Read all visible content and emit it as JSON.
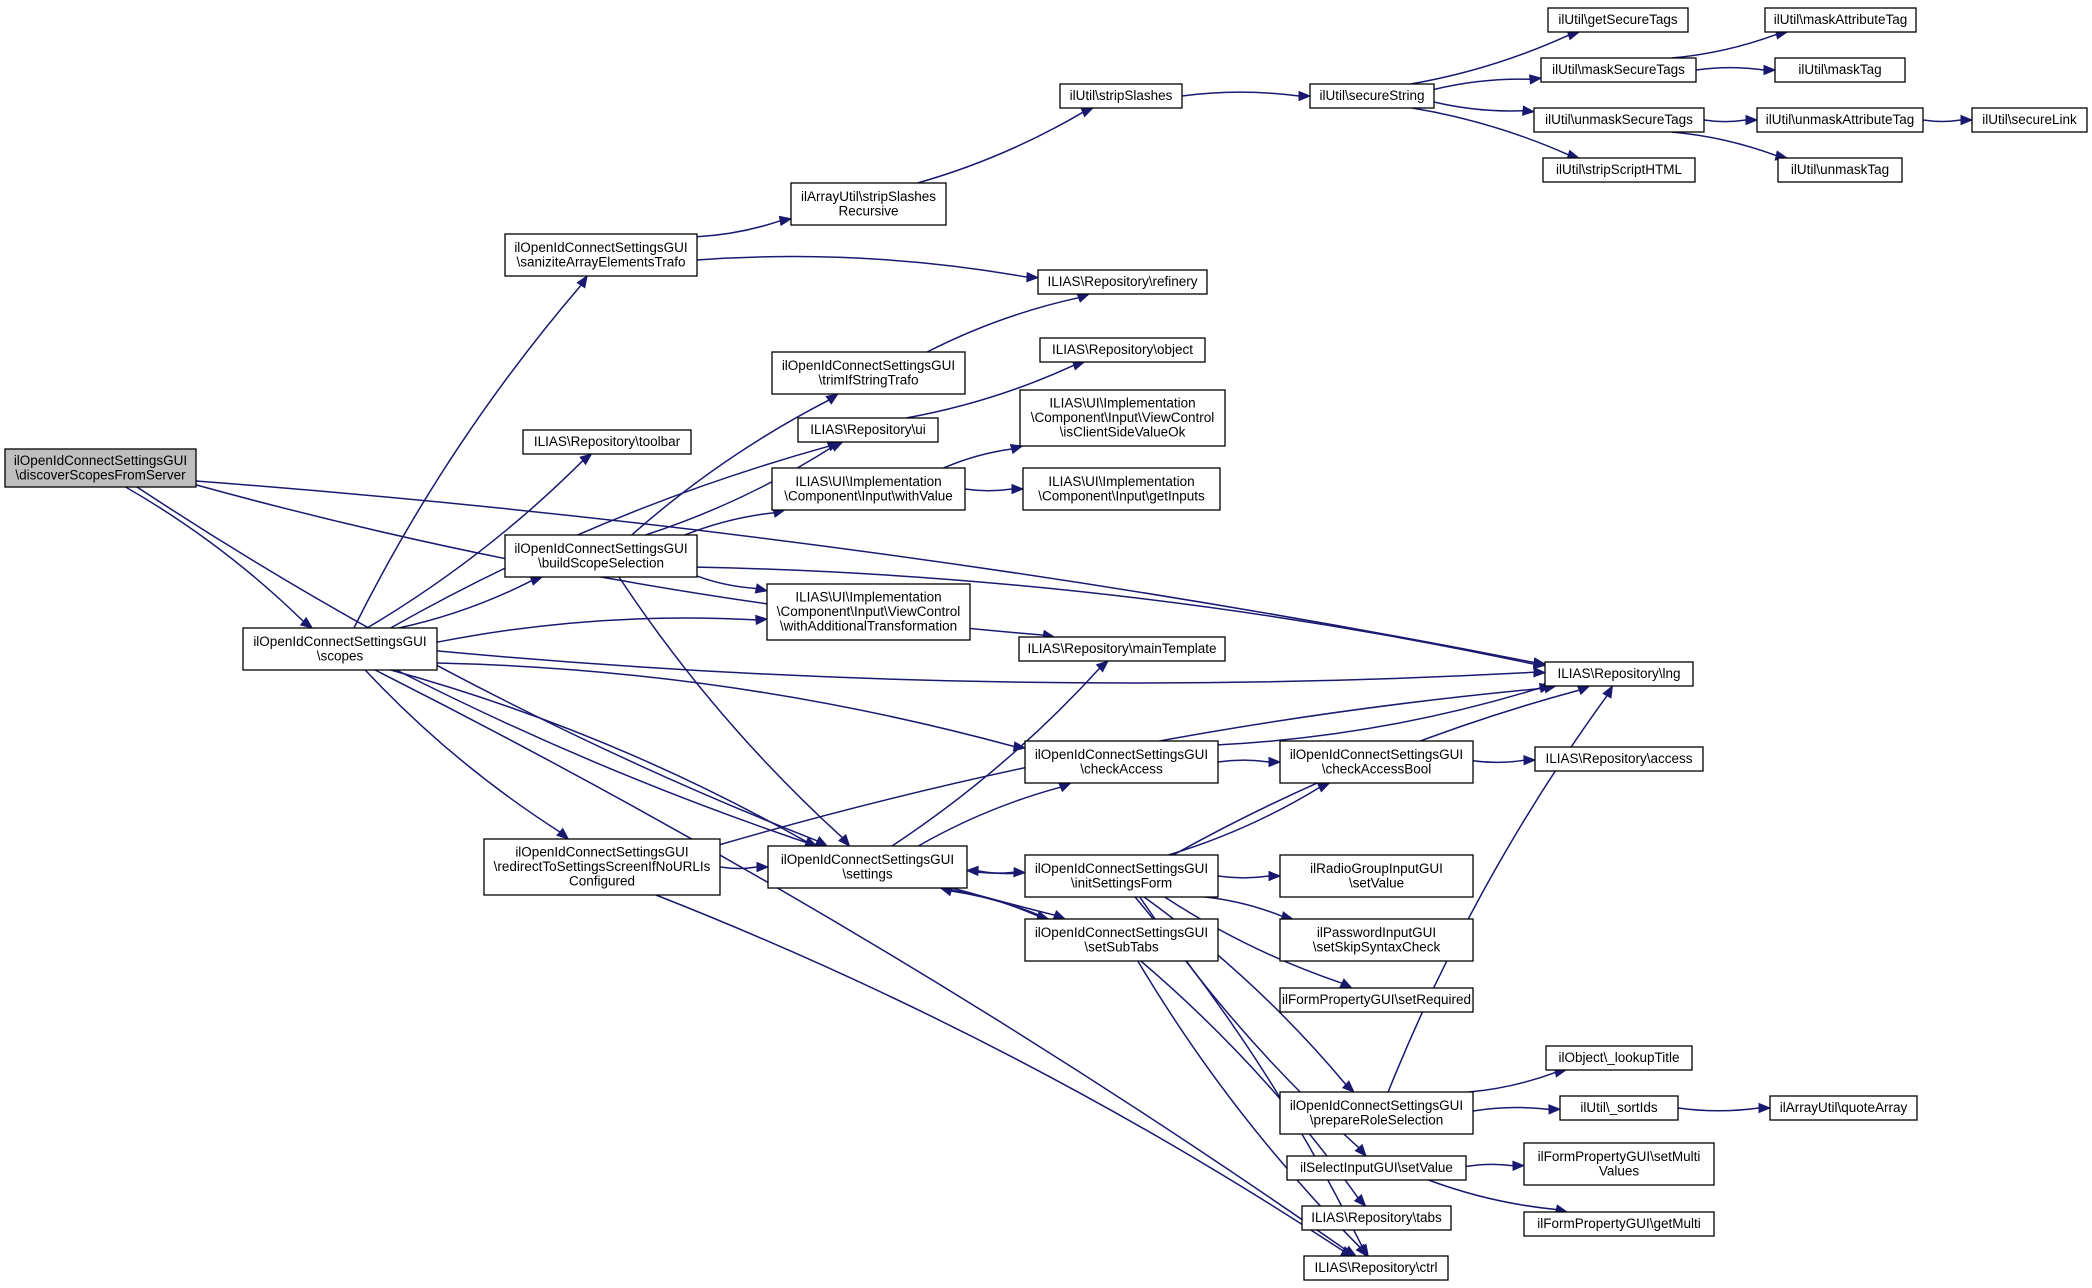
{
  "nodes": [
    {
      "id": "n1",
      "lines": [
        "ilOpenIdConnectSettingsGUI",
        "\\discoverScopesFromServer"
      ]
    },
    {
      "id": "n2",
      "lines": [
        "ilOpenIdConnectSettingsGUI",
        "\\scopes"
      ]
    },
    {
      "id": "n3",
      "lines": [
        "ilOpenIdConnectSettingsGUI",
        "\\saniziteArrayElementsTrafo"
      ]
    },
    {
      "id": "n4",
      "lines": [
        "ILIAS\\Repository\\toolbar"
      ]
    },
    {
      "id": "n5",
      "lines": [
        "ilOpenIdConnectSettingsGUI",
        "\\buildScopeSelection"
      ]
    },
    {
      "id": "n6",
      "lines": [
        "ilOpenIdConnectSettingsGUI",
        "\\redirectToSettingsScreenIfNoURLIs",
        "Configured"
      ]
    },
    {
      "id": "n7",
      "lines": [
        "ilArrayUtil\\stripSlashes",
        "Recursive"
      ]
    },
    {
      "id": "n8",
      "lines": [
        "ilOpenIdConnectSettingsGUI",
        "\\trimIfStringTrafo"
      ]
    },
    {
      "id": "n9",
      "lines": [
        "ILIAS\\Repository\\ui"
      ]
    },
    {
      "id": "n10",
      "lines": [
        "ILIAS\\UI\\Implementation",
        "\\Component\\Input\\withValue"
      ]
    },
    {
      "id": "n11",
      "lines": [
        "ILIAS\\UI\\Implementation",
        "\\Component\\Input\\ViewControl",
        "\\withAdditionalTransformation"
      ]
    },
    {
      "id": "n12",
      "lines": [
        "ilOpenIdConnectSettingsGUI",
        "\\settings"
      ]
    },
    {
      "id": "n13",
      "lines": [
        "ilUtil\\stripSlashes"
      ]
    },
    {
      "id": "n14",
      "lines": [
        "ILIAS\\Repository\\refinery"
      ]
    },
    {
      "id": "n15",
      "lines": [
        "ILIAS\\Repository\\object"
      ]
    },
    {
      "id": "n16",
      "lines": [
        "ILIAS\\UI\\Implementation",
        "\\Component\\Input\\ViewControl",
        "\\isClientSideValueOk"
      ]
    },
    {
      "id": "n17",
      "lines": [
        "ILIAS\\UI\\Implementation",
        "\\Component\\Input\\getInputs"
      ]
    },
    {
      "id": "n18",
      "lines": [
        "ILIAS\\Repository\\mainTemplate"
      ]
    },
    {
      "id": "n19",
      "lines": [
        "ilOpenIdConnectSettingsGUI",
        "\\checkAccess"
      ]
    },
    {
      "id": "n20",
      "lines": [
        "ilOpenIdConnectSettingsGUI",
        "\\initSettingsForm"
      ]
    },
    {
      "id": "n21",
      "lines": [
        "ilOpenIdConnectSettingsGUI",
        "\\setSubTabs"
      ]
    },
    {
      "id": "n22",
      "lines": [
        "ilUtil\\secureString"
      ]
    },
    {
      "id": "n23",
      "lines": [
        "ilOpenIdConnectSettingsGUI",
        "\\checkAccessBool"
      ]
    },
    {
      "id": "n24",
      "lines": [
        "ilRadioGroupInputGUI",
        "\\setValue"
      ]
    },
    {
      "id": "n25",
      "lines": [
        "ilPasswordInputGUI",
        "\\setSkipSyntaxCheck"
      ]
    },
    {
      "id": "n26",
      "lines": [
        "ilFormPropertyGUI\\setRequired"
      ]
    },
    {
      "id": "n27",
      "lines": [
        "ilOpenIdConnectSettingsGUI",
        "\\prepareRoleSelection"
      ]
    },
    {
      "id": "n28",
      "lines": [
        "ilSelectInputGUI\\setValue"
      ]
    },
    {
      "id": "n29",
      "lines": [
        "ILIAS\\Repository\\tabs"
      ]
    },
    {
      "id": "n30",
      "lines": [
        "ILIAS\\Repository\\ctrl"
      ]
    },
    {
      "id": "n31",
      "lines": [
        "ilUtil\\getSecureTags"
      ]
    },
    {
      "id": "n32",
      "lines": [
        "ilUtil\\maskSecureTags"
      ]
    },
    {
      "id": "n33",
      "lines": [
        "ilUtil\\unmaskSecureTags"
      ]
    },
    {
      "id": "n34",
      "lines": [
        "ilUtil\\stripScriptHTML"
      ]
    },
    {
      "id": "n35",
      "lines": [
        "ILIAS\\Repository\\lng"
      ]
    },
    {
      "id": "n36",
      "lines": [
        "ILIAS\\Repository\\access"
      ]
    },
    {
      "id": "n37",
      "lines": [
        "ilObject\\_lookupTitle"
      ]
    },
    {
      "id": "n38",
      "lines": [
        "ilUtil\\_sortIds"
      ]
    },
    {
      "id": "n39",
      "lines": [
        "ilFormPropertyGUI\\setMulti",
        "Values"
      ]
    },
    {
      "id": "n40",
      "lines": [
        "ilFormPropertyGUI\\getMulti"
      ]
    },
    {
      "id": "n41",
      "lines": [
        "ilUtil\\maskAttributeTag"
      ]
    },
    {
      "id": "n42",
      "lines": [
        "ilUtil\\maskTag"
      ]
    },
    {
      "id": "n43",
      "lines": [
        "ilUtil\\unmaskAttributeTag"
      ]
    },
    {
      "id": "n44",
      "lines": [
        "ilUtil\\unmaskTag"
      ]
    },
    {
      "id": "n45",
      "lines": [
        "ilArrayUtil\\quoteArray"
      ]
    },
    {
      "id": "n46",
      "lines": [
        "ilUtil\\secureLink"
      ]
    }
  ],
  "edges": [
    [
      "n1",
      "n35"
    ],
    [
      "n1",
      "n18"
    ],
    [
      "n1",
      "n2"
    ],
    [
      "n1",
      "n12"
    ],
    [
      "n2",
      "n3"
    ],
    [
      "n2",
      "n4"
    ],
    [
      "n2",
      "n9"
    ],
    [
      "n2",
      "n5"
    ],
    [
      "n2",
      "n11"
    ],
    [
      "n2",
      "n35"
    ],
    [
      "n2",
      "n19"
    ],
    [
      "n2",
      "n6"
    ],
    [
      "n2",
      "n12"
    ],
    [
      "n2",
      "n21"
    ],
    [
      "n2",
      "n30"
    ],
    [
      "n3",
      "n7"
    ],
    [
      "n3",
      "n14"
    ],
    [
      "n7",
      "n13"
    ],
    [
      "n13",
      "n22"
    ],
    [
      "n22",
      "n31"
    ],
    [
      "n22",
      "n32"
    ],
    [
      "n22",
      "n33"
    ],
    [
      "n22",
      "n34"
    ],
    [
      "n32",
      "n41"
    ],
    [
      "n32",
      "n42"
    ],
    [
      "n33",
      "n43"
    ],
    [
      "n33",
      "n44"
    ],
    [
      "n43",
      "n46"
    ],
    [
      "n8",
      "n14"
    ],
    [
      "n9",
      "n15"
    ],
    [
      "n5",
      "n8"
    ],
    [
      "n5",
      "n9"
    ],
    [
      "n5",
      "n10"
    ],
    [
      "n5",
      "n11"
    ],
    [
      "n5",
      "n35"
    ],
    [
      "n5",
      "n12"
    ],
    [
      "n10",
      "n16"
    ],
    [
      "n10",
      "n17"
    ],
    [
      "n6",
      "n35"
    ],
    [
      "n6",
      "n12"
    ],
    [
      "n6",
      "n30"
    ],
    [
      "n12",
      "n18"
    ],
    [
      "n12",
      "n19"
    ],
    [
      "n12",
      "n20"
    ],
    [
      "n12",
      "n21"
    ],
    [
      "n19",
      "n35"
    ],
    [
      "n19",
      "n23"
    ],
    [
      "n23",
      "n36"
    ],
    [
      "n20",
      "n12"
    ],
    [
      "n20",
      "n23"
    ],
    [
      "n20",
      "n35"
    ],
    [
      "n20",
      "n24"
    ],
    [
      "n20",
      "n25"
    ],
    [
      "n20",
      "n26"
    ],
    [
      "n20",
      "n27"
    ],
    [
      "n20",
      "n28"
    ],
    [
      "n20",
      "n30"
    ],
    [
      "n21",
      "n12"
    ],
    [
      "n21",
      "n29"
    ],
    [
      "n21",
      "n30"
    ],
    [
      "n27",
      "n35"
    ],
    [
      "n27",
      "n37"
    ],
    [
      "n27",
      "n38"
    ],
    [
      "n38",
      "n45"
    ],
    [
      "n28",
      "n39"
    ],
    [
      "n28",
      "n40"
    ]
  ]
}
